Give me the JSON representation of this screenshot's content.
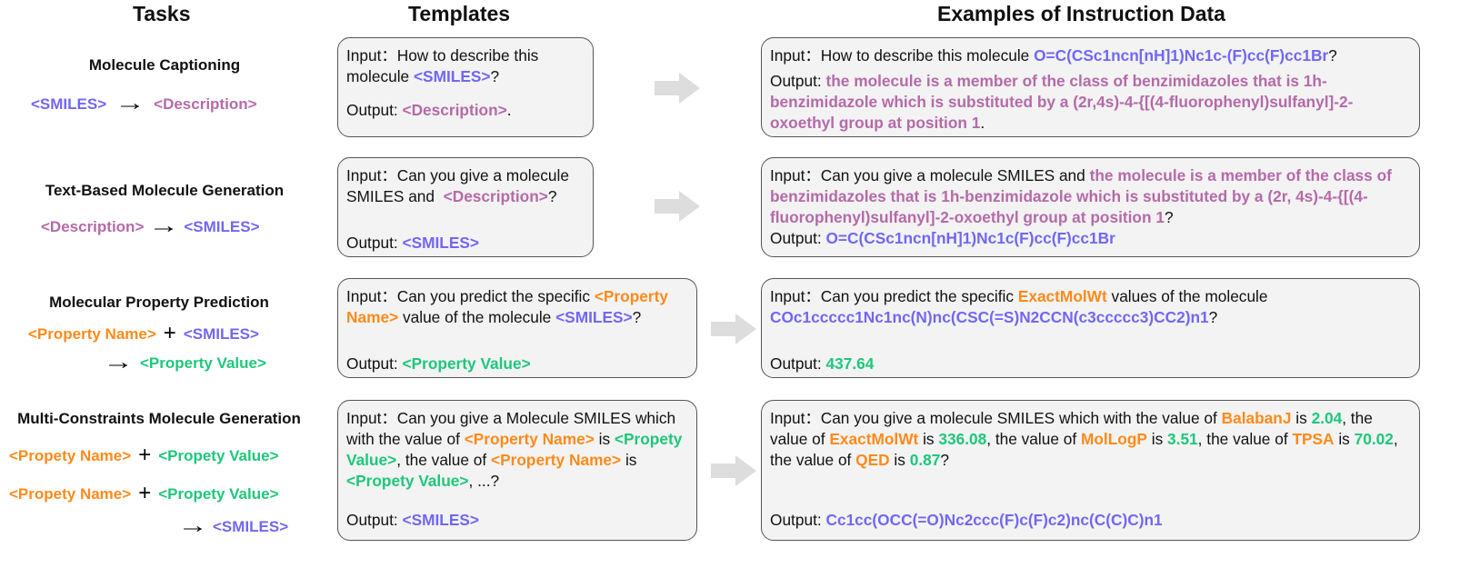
{
  "headers": {
    "tasks": "Tasks",
    "templates": "Templates",
    "examples": "Examples of Instruction Data"
  },
  "tokens": {
    "smiles": "<SMILES>",
    "description": "<Description>",
    "property_name": "<Property Name>",
    "property_value": "<Property Value>",
    "propety_name": "<Propety Name>",
    "propety_value": "<Propety Value>",
    "plus": "+",
    "arrow": "→"
  },
  "tasks": [
    {
      "title": "Molecule Captioning"
    },
    {
      "title": "Text-Based Molecule Generation"
    },
    {
      "title": "Molecular Property Prediction"
    },
    {
      "title": "Multi-Constraints Molecule Generation"
    }
  ],
  "templates": {
    "t1": {
      "input_prefix": "Input：How to describe this molecule ",
      "q": "?",
      "output_prefix": "Output: ",
      "period": "."
    },
    "t2": {
      "input_prefix": "Input：Can you give a molecule SMILES and  ",
      "q": "?",
      "output_prefix": "Output: "
    },
    "t3": {
      "input_prefix": "Input：Can you predict the specific ",
      "input_mid": " value of the molecule ",
      "q": "?",
      "output_prefix": "Output: "
    },
    "t4": {
      "input_prefix": "Input：Can you give a Molecule SMILES which with the value of ",
      "is": " is ",
      "comma_value": ", the value of ",
      "tail": ", ...?",
      "output_prefix": "Output: "
    }
  },
  "examples": {
    "e1": {
      "input_prefix": "Input：How to describe this molecule ",
      "smiles": "O=C(CSc1ncn[nH]1)Nc1c-(F)cc(F)cc1Br",
      "q": "?",
      "output_prefix": "Output: ",
      "description": "the molecule is a member of the class of benzimidazoles that is 1h-benzimidazole which is substituted by a (2r,4s)-4-{[(4-fluorophenyl)sulfanyl]-2-oxoethyl group at position 1",
      "period": "."
    },
    "e2": {
      "input_prefix": "Input：Can you give a molecule SMILES and ",
      "description": "the molecule is a member of the class of benzimidazoles that is 1h-benzimidazole which is substituted by a (2r, 4s)-4-{[(4-fluorophenyl)sulfanyl]-2-oxoethyl group at position 1",
      "q": "?",
      "output_prefix": "Output: ",
      "smiles": "O=C(CSc1ncn[nH]1)Nc1c(F)cc(F)cc1Br"
    },
    "e3": {
      "input_prefix": "Input：Can you predict the specific ",
      "property": "ExactMolWt",
      "input_mid": " values of the molecule ",
      "smiles": "COc1ccccc1Nc1nc(N)nc(CSC(=S)N2CCN(c3ccccc3)CC2)n1",
      "q": "?",
      "output_prefix": "Output: ",
      "value": "437.64"
    },
    "e4": {
      "input_prefix": "Input：Can you give a molecule SMILES which with the value of ",
      "is": " is ",
      "sep1": ", the value of ",
      "comma_the": ", the value of ",
      "comma_is": ", the value of ",
      "props": [
        {
          "name": "BalabanJ",
          "value": "2.04"
        },
        {
          "name": "ExactMolWt",
          "value": "336.08"
        },
        {
          "name": "MolLogP",
          "value": "3.51"
        },
        {
          "name": "TPSA",
          "value": "70.02"
        },
        {
          "name": "QED",
          "value": "0.87"
        }
      ],
      "q": "?",
      "output_prefix": "Output: ",
      "smiles": "Cc1cc(OCC(=O)Nc2ccc(F)c(F)c2)nc(C(C)C)n1"
    }
  },
  "colors": {
    "smiles": "#7167f2",
    "description": "#b56aa9",
    "property_name": "#ff8a1a",
    "property_value": "#1ec77b",
    "box_fill": "#f3f3f3",
    "box_border": "#555555",
    "big_arrow": "#dddddd"
  }
}
